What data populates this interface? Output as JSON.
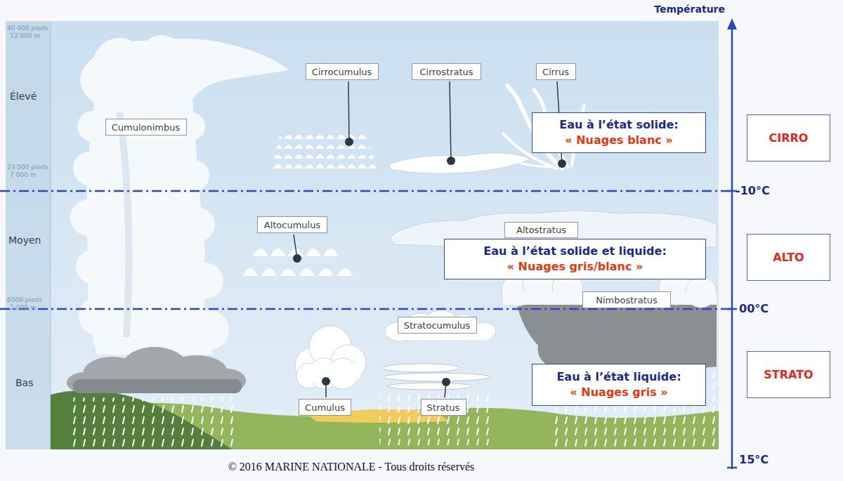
{
  "diagram": {
    "caption": "© 2016 MARINE NATIONALE - Tous droits réservés",
    "nodes": [
      {
        "text": [
          "Cirrocumulus"
        ]
      },
      {
        "text": [
          "Cirrostratus"
        ]
      },
      {
        "text": [
          "Cirrus"
        ]
      },
      {
        "text": [
          "Cumulonimbus"
        ]
      },
      {
        "text": [
          "Eau à l’état solide:",
          "« Nuages blanc »"
        ]
      },
      {
        "text": [
          "CIRRO"
        ]
      },
      {
        "text": [
          "Altocumulus"
        ]
      },
      {
        "text": [
          "Altostratus"
        ]
      },
      {
        "text": [
          "Eau à l’état solide et liquide:",
          "« Nuages gris/blanc »"
        ]
      },
      {
        "text": [
          "ALTO"
        ]
      },
      {
        "text": [
          "Nimbostratus"
        ]
      },
      {
        "text": [
          "Stratocumulus"
        ]
      },
      {
        "text": [
          "Cumulus"
        ]
      },
      {
        "text": [
          "Stratus"
        ]
      },
      {
        "text": [
          "Eau à l’état liquide:",
          "« Nuages gris »"
        ]
      },
      {
        "text": [
          "STRATO"
        ]
      }
    ],
    "labels": [
      "Température",
      "40 000 pieds",
      "12 000 m",
      "Élevé",
      "23 000 pieds",
      "7 000 m",
      "Moyen",
      "6500 pieds",
      "2 000 m",
      "Bas",
      "-10°C",
      "00°C",
      "15°C"
    ]
  }
}
